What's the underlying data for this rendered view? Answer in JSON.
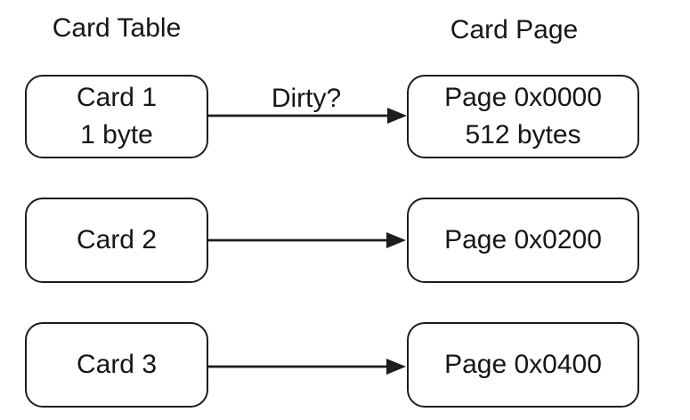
{
  "diagram": {
    "background_color": "#ffffff",
    "stroke_color": "#1d1d1d",
    "text_color": "#161616",
    "headers": {
      "left": "Card Table",
      "right": "Card Page"
    },
    "arrow_label": "Dirty?",
    "rows": [
      {
        "card": [
          "Card 1",
          "1 byte"
        ],
        "page": [
          "Page 0x0000",
          "512 bytes"
        ]
      },
      {
        "card": [
          "Card 2"
        ],
        "page": [
          "Page 0x0200"
        ]
      },
      {
        "card": [
          "Card 3"
        ],
        "page": [
          "Page 0x0400"
        ]
      }
    ]
  }
}
